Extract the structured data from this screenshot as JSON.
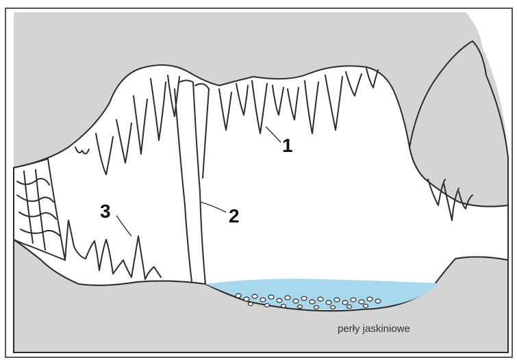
{
  "labels": {
    "one": "1",
    "two": "2",
    "three": "3"
  },
  "caption": "perły jaskiniowe",
  "colors": {
    "rock": "#d4d4d4",
    "cave": "#ffffff",
    "water": "#a8d8ee",
    "outline": "#2b2b2b",
    "frame": "#555555"
  }
}
